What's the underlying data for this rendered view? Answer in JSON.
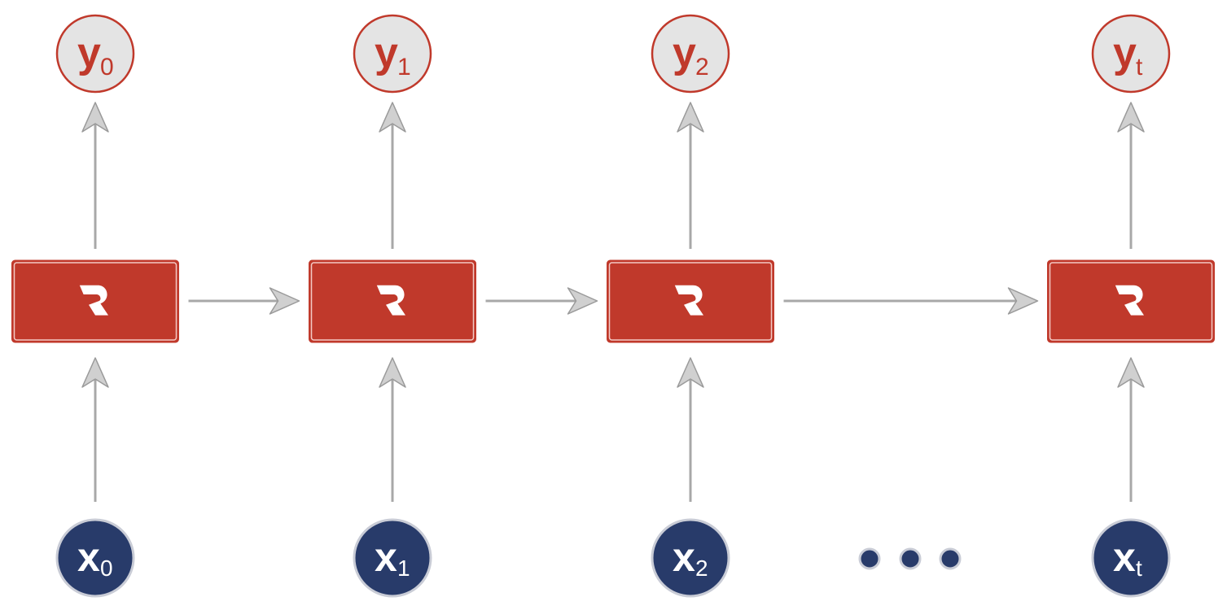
{
  "diagram": {
    "outputs": [
      {
        "main": "y",
        "sub": "0"
      },
      {
        "main": "y",
        "sub": "1"
      },
      {
        "main": "y",
        "sub": "2"
      },
      {
        "main": "y",
        "sub": "t"
      }
    ],
    "inputs": [
      {
        "main": "x",
        "sub": "0"
      },
      {
        "main": "x",
        "sub": "1"
      },
      {
        "main": "x",
        "sub": "2"
      },
      {
        "main": "x",
        "sub": "t"
      }
    ],
    "cell_logo_icon": "r-logo-icon",
    "ellipsis_dots": 3,
    "colors": {
      "cell": "#c0392b",
      "output_fill": "#e4e4e4",
      "output_text": "#c0392b",
      "input_fill": "#283b6a",
      "input_text": "#ffffff",
      "arrow": "#a8a8a8"
    }
  }
}
